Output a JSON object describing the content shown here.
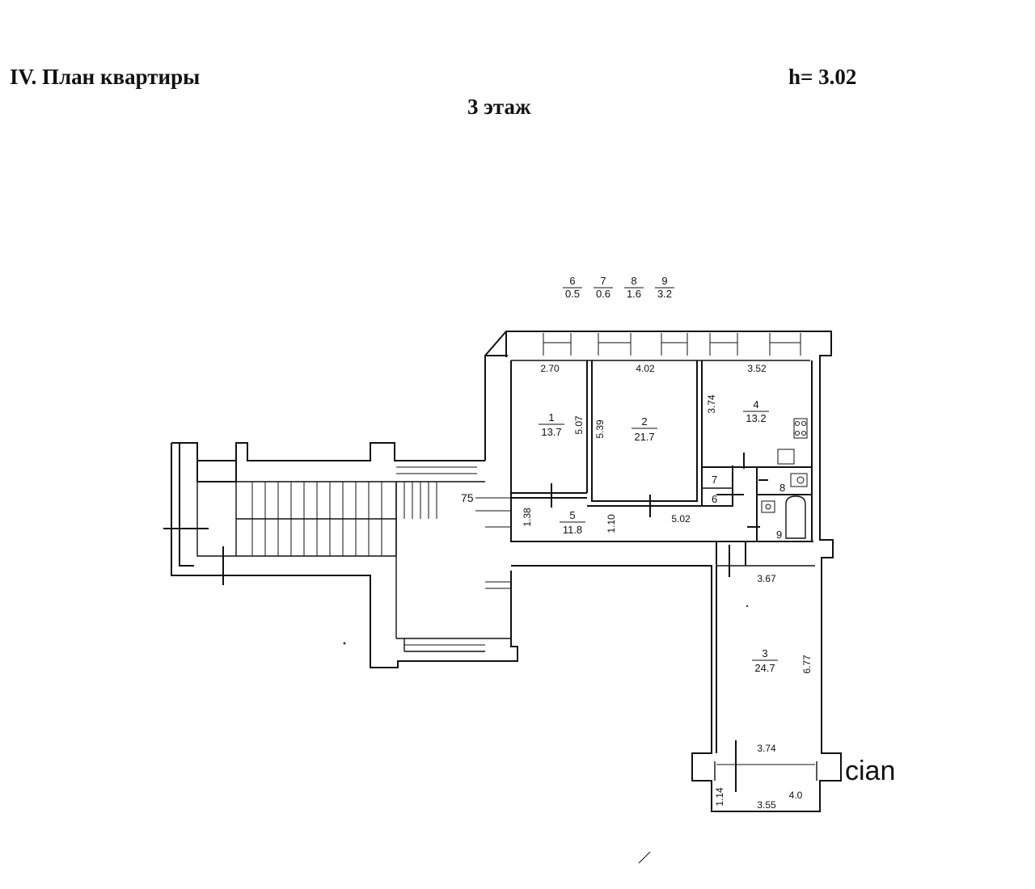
{
  "header": {
    "title": "IV. План квартиры",
    "ceiling_height": "h= 3.02",
    "floor": "3 этаж"
  },
  "legend": [
    {
      "num": "6",
      "area": "0.5"
    },
    {
      "num": "7",
      "area": "0.6"
    },
    {
      "num": "8",
      "area": "1.6"
    },
    {
      "num": "9",
      "area": "3.2"
    }
  ],
  "rooms": [
    {
      "num": "1",
      "area": "13.7"
    },
    {
      "num": "2",
      "area": "21.7"
    },
    {
      "num": "3",
      "area": "24.7"
    },
    {
      "num": "4",
      "area": "13.2"
    },
    {
      "num": "5",
      "area": "11.8"
    },
    {
      "num": "6"
    },
    {
      "num": "7"
    },
    {
      "num": "8"
    },
    {
      "num": "9"
    }
  ],
  "dimensions": {
    "room1_width": "2.70",
    "room1_length": "5.07",
    "room2_width": "4.02",
    "room2_length": "5.39",
    "room4_width": "3.52",
    "room4_length": "3.74",
    "corridor_depth": "1.38",
    "corridor_inner": "1.10",
    "corridor_length": "5.02",
    "opening": "75",
    "room3_top": "3.67",
    "room3_length": "6.77",
    "room3_bottom": "3.74",
    "balcony_depth": "1.14",
    "balcony_width": "3.55",
    "balcony_area": "4.0"
  },
  "watermark": "cian"
}
